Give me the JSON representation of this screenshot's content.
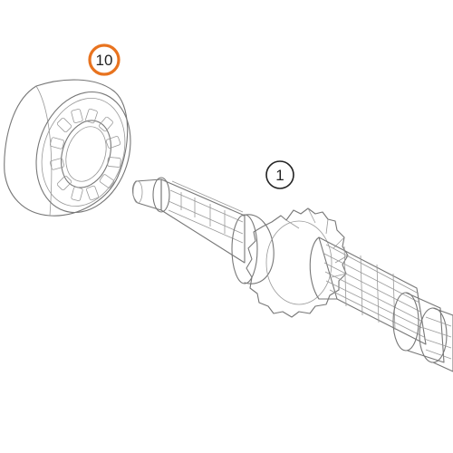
{
  "callouts": [
    {
      "id": "bearing",
      "number": "10",
      "color": "#e8731f"
    },
    {
      "id": "shaft",
      "number": "1",
      "color": "#222222"
    }
  ]
}
